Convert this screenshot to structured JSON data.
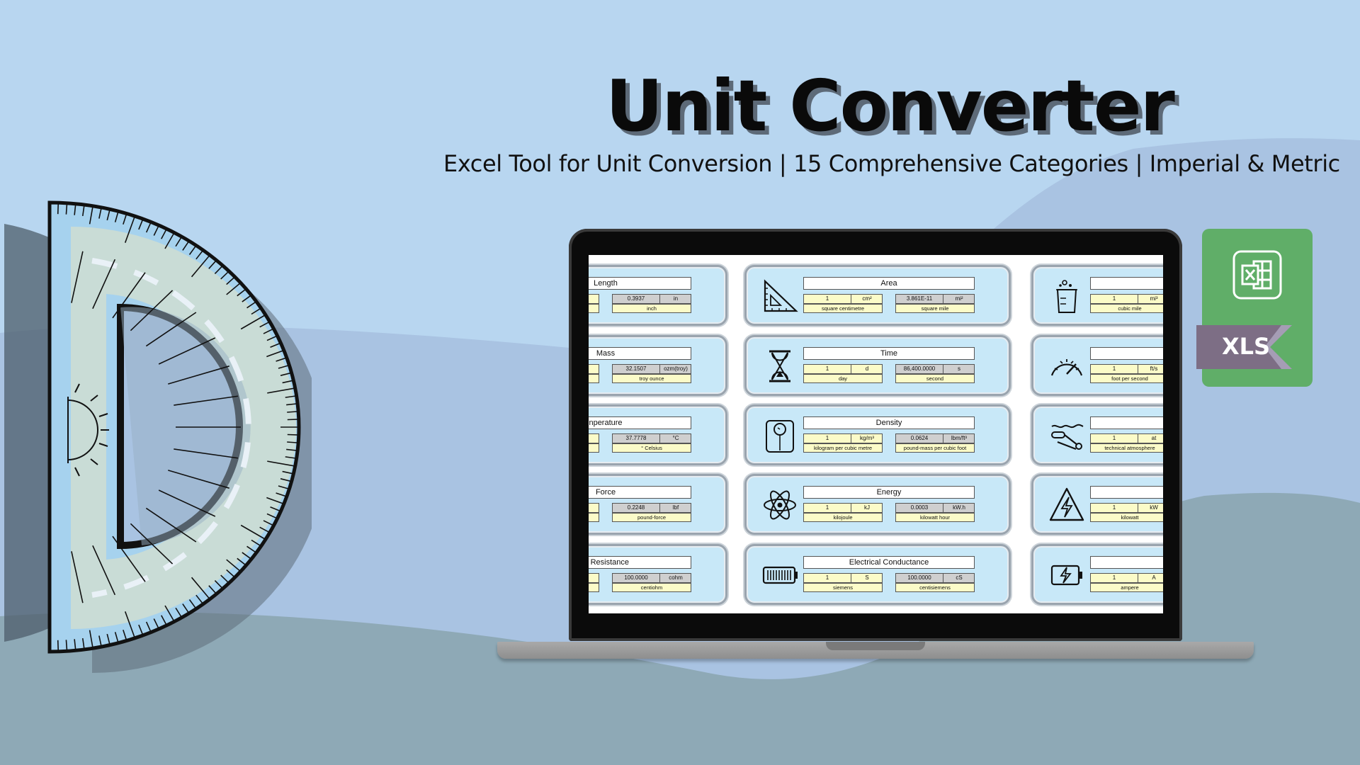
{
  "header": {
    "title": "Unit Converter",
    "subtitle": "Excel Tool for Unit Conversion | 15 Comprehensive Categories | Imperial & Metric"
  },
  "badge": {
    "label": "XLS"
  },
  "colors": {
    "background": "#b8d6f0",
    "card_fill": "#c8e8f8",
    "unit_name_fill": "#fbfbc8",
    "excel_green": "#60ae68",
    "ribbon": "#7d6e85"
  },
  "spreadsheet": {
    "cards": [
      {
        "title": "Length",
        "from_value": "",
        "from_unit": "",
        "from_name": "",
        "to_value": "0.3937",
        "to_unit": "in",
        "to_name": "inch",
        "icon": "ruler-icon"
      },
      {
        "title": "Area",
        "from_value": "1",
        "from_unit": "cm²",
        "from_name": "square centimetre",
        "to_value": "3.861E-11",
        "to_unit": "mi²",
        "to_name": "square mile",
        "icon": "set-square-icon"
      },
      {
        "title": "V",
        "from_value": "1",
        "from_unit": "mi³",
        "from_name": "cubic mile",
        "to_value": "",
        "to_unit": "",
        "to_name": "",
        "icon": "beaker-icon"
      },
      {
        "title": "Mass",
        "from_value": "",
        "from_unit": "",
        "from_name": "",
        "to_value": "32.1507",
        "to_unit": "ozm(troy)",
        "to_name": "troy ounce",
        "icon": "weight-icon"
      },
      {
        "title": "Time",
        "from_value": "1",
        "from_unit": "d",
        "from_name": "day",
        "to_value": "86,400.0000",
        "to_unit": "s",
        "to_name": "second",
        "icon": "hourglass-icon"
      },
      {
        "title": "V",
        "from_value": "1",
        "from_unit": "ft/s",
        "from_name": "foot per second",
        "to_value": "",
        "to_unit": "",
        "to_name": "",
        "icon": "speedometer-icon"
      },
      {
        "title": "nperature",
        "from_value": "",
        "from_unit": "",
        "from_name": "",
        "to_value": "37.7778",
        "to_unit": "°C",
        "to_name": "° Celsius",
        "icon": "thermometer-icon"
      },
      {
        "title": "Density",
        "from_value": "1",
        "from_unit": "kg/m³",
        "from_name": "kilogram per cubic metre",
        "to_value": "0.0624",
        "to_unit": "lbm/ft³",
        "to_name": "pound-mass per cubic foot",
        "icon": "scale-icon"
      },
      {
        "title": "P",
        "from_value": "1",
        "from_unit": "at",
        "from_name": "technical atmosphere",
        "to_value": "",
        "to_unit": "",
        "to_name": "",
        "icon": "pressure-icon"
      },
      {
        "title": "Force",
        "from_value": "",
        "from_unit": "",
        "from_name": "",
        "to_value": "0.2248",
        "to_unit": "lbf",
        "to_name": "pound-force",
        "icon": "force-icon"
      },
      {
        "title": "Energy",
        "from_value": "1",
        "from_unit": "kJ",
        "from_name": "kilojoule",
        "to_value": "0.0003",
        "to_unit": "kW.h",
        "to_name": "kilowatt hour",
        "icon": "atom-icon"
      },
      {
        "title": "I",
        "from_value": "1",
        "from_unit": "kW",
        "from_name": "kilowatt",
        "to_value": "",
        "to_unit": "",
        "to_name": "",
        "icon": "lightning-warning-icon"
      },
      {
        "title": "al Resistance",
        "from_value": "",
        "from_unit": "",
        "from_name": "",
        "to_value": "100.0000",
        "to_unit": "cohm",
        "to_name": "centiohm",
        "icon": "resistor-icon"
      },
      {
        "title": "Electrical Conductance",
        "from_value": "1",
        "from_unit": "S",
        "from_name": "siemens",
        "to_value": "100.0000",
        "to_unit": "cS",
        "to_name": "centisiemens",
        "icon": "battery-icon"
      },
      {
        "title": "Electr",
        "from_value": "1",
        "from_unit": "A",
        "from_name": "ampere",
        "to_value": "",
        "to_unit": "",
        "to_name": "",
        "icon": "battery-charge-icon"
      }
    ]
  }
}
